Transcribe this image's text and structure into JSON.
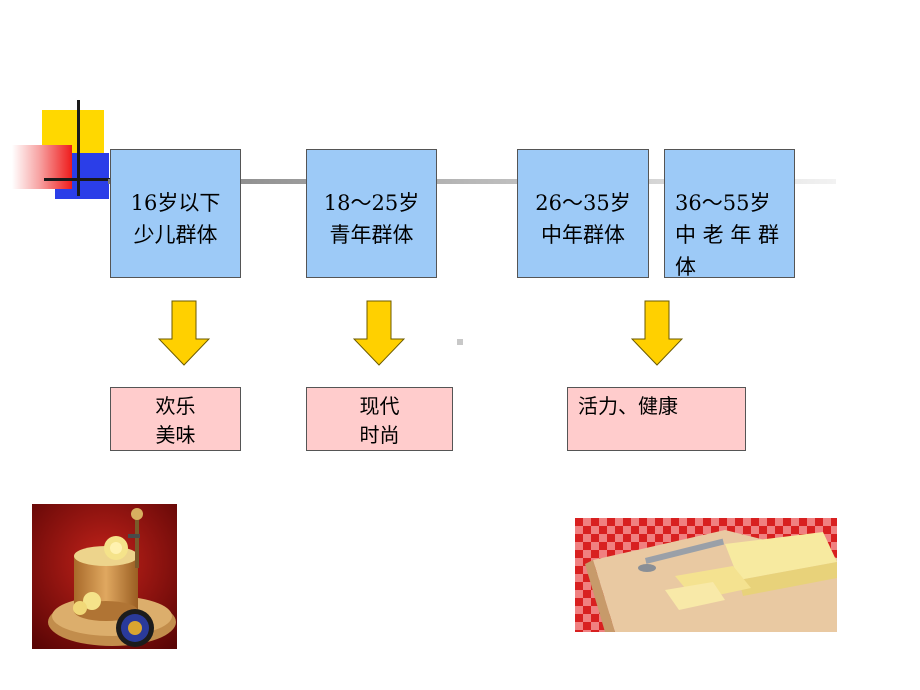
{
  "groups": [
    {
      "age": "16岁以下",
      "group": "少儿群体"
    },
    {
      "age": "18～25岁",
      "group": "青年群体"
    },
    {
      "age": "26～35岁",
      "group": "中年群体"
    },
    {
      "age": "36～55岁",
      "group_line1": "中 老 年 群",
      "group_line2": "体"
    }
  ],
  "labels": [
    {
      "line1": "欢乐",
      "line2": "美味"
    },
    {
      "line1": "现代",
      "line2": "时尚"
    },
    {
      "line1": "活力、健康"
    }
  ],
  "colors": {
    "age_box": "#9dcaf7",
    "label_box": "#ffcccc",
    "arrow": "#ffd000"
  },
  "images": [
    "cheese-curler-photo",
    "cheese-board-photo"
  ]
}
